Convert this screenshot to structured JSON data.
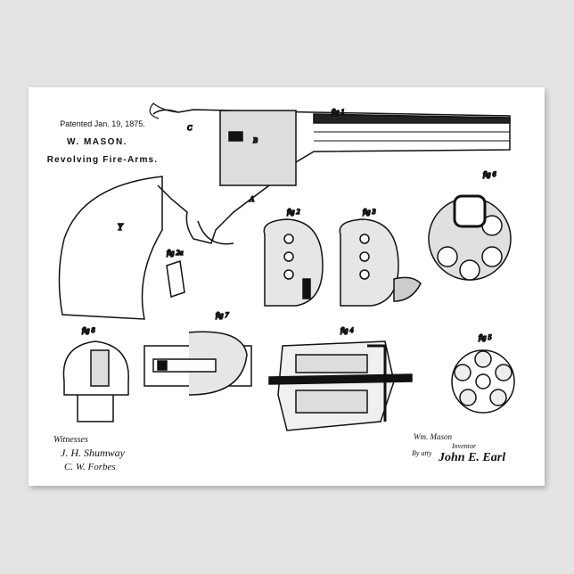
{
  "header": {
    "patent_date": "Patented Jan. 19, 1875.",
    "inventor_name": "W. MASON.",
    "title": "Revolving Fire-Arms."
  },
  "figures": {
    "fig1": "fig 1",
    "fig2": "fig 2",
    "fig3": "fig 3",
    "fig6": "fig 6",
    "fig2a": "fig 2a",
    "fig7": "fig 7",
    "fig8": "fig 8",
    "fig4": "fig 4",
    "fig5": "fig 5"
  },
  "part_labels": {
    "grip": "Y",
    "cylinder": "B",
    "frame": "A",
    "hammer": "C"
  },
  "footer": {
    "witnesses_label": "Witnesses",
    "inventor_signature": "Wm. Mason",
    "inventor_label": "Inventor",
    "attorney_prefix": "By atty",
    "attorney_signature": "John E. Earl"
  },
  "witness_signatures": [
    "J. H. Shumway",
    "C. W. Forbes"
  ]
}
